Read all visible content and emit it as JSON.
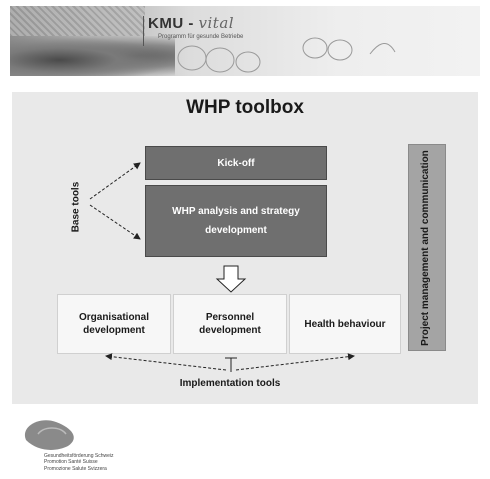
{
  "banner": {
    "brand": "KMU",
    "brand_suffix": "vital",
    "tagline": "Programm für gesunde Betriebe"
  },
  "diagram": {
    "title": "WHP toolbox",
    "base_tools_label": "Base tools",
    "kickoff_label": "Kick-off",
    "analysis_label": "WHP analysis and strategy development",
    "project_mgmt_label": "Project management and communication",
    "implementation_boxes": [
      {
        "label": "Organisational development"
      },
      {
        "label": "Personnel development"
      },
      {
        "label": "Health behaviour"
      }
    ],
    "implementation_label": "Implementation tools"
  },
  "footer": {
    "lines": [
      "Gesundheitsförderung Schweiz",
      "Promotion Santé Suisse",
      "Promozione Salute Svizzera"
    ]
  },
  "colors": {
    "dark_box": "#6f6f6f",
    "panel": "#e9e9e9",
    "project_bar": "#a4a4a4"
  }
}
